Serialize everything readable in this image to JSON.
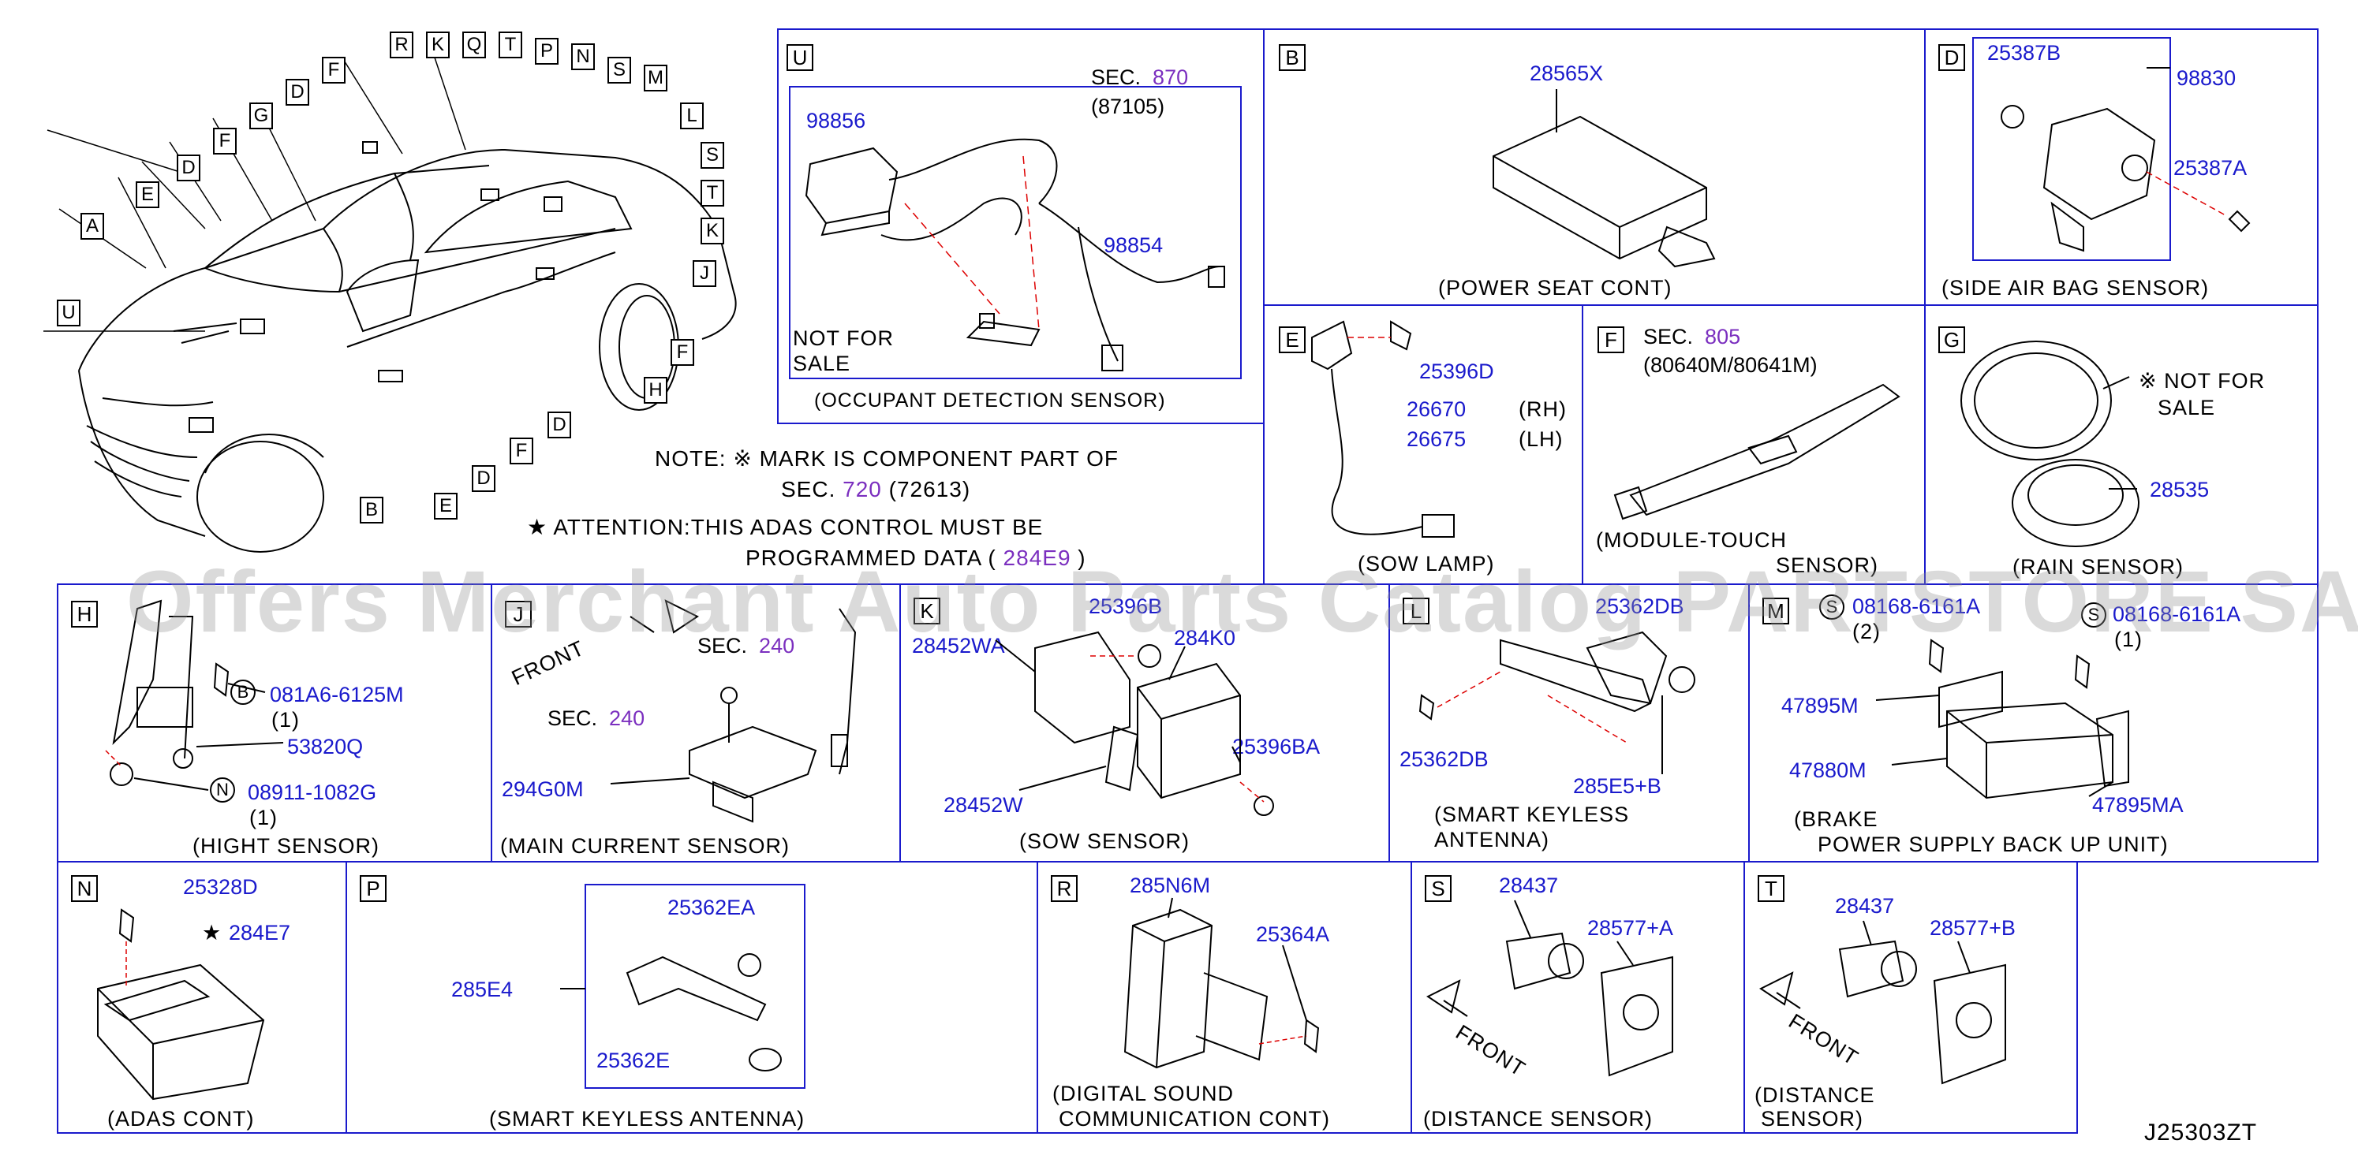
{
  "overview": {
    "callouts": [
      "R",
      "K",
      "Q",
      "T",
      "P",
      "N",
      "S",
      "M",
      "F",
      "D",
      "G",
      "F",
      "D",
      "E",
      "A",
      "L",
      "S",
      "T",
      "K",
      "J",
      "U",
      "F",
      "H",
      "D",
      "B",
      "E",
      "D",
      "F"
    ]
  },
  "note": {
    "line1": "NOTE: ※ MARK IS COMPONENT PART OF",
    "line2_prefix": "SEC.",
    "line2_sec": "720",
    "line2_suffix": "(72613)",
    "line3": "★ ATTENTION:THIS ADAS CONTROL MUST BE",
    "line4_prefix": "PROGRAMMED DATA (",
    "line4_part": "284E9",
    "line4_suffix": ")"
  },
  "watermark": "Offers Merchant Auto Parts Catalog PARTSTORE SA",
  "diagram_code": "J25303ZT",
  "cells": {
    "U": {
      "letter": "U",
      "sec_label": "SEC.",
      "sec": "870",
      "sec_sub": "(87105)",
      "parts": [
        "98856",
        "98854"
      ],
      "not_for_sale": "NOT FOR",
      "sale": "SALE",
      "caption": "(OCCUPANT DETECTION SENSOR)"
    },
    "B": {
      "letter": "B",
      "parts": [
        "28565X"
      ],
      "caption": "(POWER SEAT CONT)"
    },
    "D": {
      "letter": "D",
      "parts": [
        "25387B",
        "98830",
        "25387A"
      ],
      "caption": "(SIDE AIR BAG SENSOR)"
    },
    "E": {
      "letter": "E",
      "parts": [
        "25396D",
        "26670",
        "26675"
      ],
      "rh": "(RH)",
      "lh": "(LH)",
      "caption": "(SOW LAMP)"
    },
    "F": {
      "letter": "F",
      "sec_label": "SEC.",
      "sec": "805",
      "sec_sub": "(80640M/80641M)",
      "caption1": "(MODULE-TOUCH",
      "caption2": "SENSOR)"
    },
    "G": {
      "letter": "G",
      "not_for": "※ NOT FOR",
      "sale": "SALE",
      "parts": [
        "28535"
      ],
      "caption": "(RAIN SENSOR)"
    },
    "H": {
      "letter": "H",
      "parts": [
        "081A6-6125M",
        "53820Q",
        "08911-1082G"
      ],
      "qty1": "(1)",
      "qty2": "(1)",
      "b": "B",
      "n": "N",
      "caption": "(HIGHT SENSOR)"
    },
    "J": {
      "letter": "J",
      "front": "FRONT",
      "sec_label": "SEC.",
      "sec1": "240",
      "sec2": "240",
      "parts": [
        "294G0M"
      ],
      "caption": "(MAIN CURRENT SENSOR)"
    },
    "K": {
      "letter": "K",
      "parts": [
        "25396B",
        "28452WA",
        "284K0",
        "25396BA",
        "28452W"
      ],
      "caption": "(SOW SENSOR)"
    },
    "L": {
      "letter": "L",
      "parts": [
        "25362DB",
        "25362DB",
        "285E5+B"
      ],
      "caption1": "(SMART KEYLESS",
      "caption2": "ANTENNA)"
    },
    "M": {
      "letter": "M",
      "s": "S",
      "parts": [
        "08168-6161A",
        "08168-6161A",
        "47895M",
        "47880M",
        "47895MA"
      ],
      "qty1": "(2)",
      "qty2": "(1)",
      "caption1": "(BRAKE",
      "caption2": "POWER SUPPLY BACK UP UNIT)"
    },
    "N": {
      "letter": "N",
      "parts": [
        "25328D",
        "284E7"
      ],
      "star": "★",
      "caption": "(ADAS CONT)"
    },
    "P": {
      "letter": "P",
      "parts": [
        "285E4",
        "25362EA",
        "25362E"
      ],
      "caption": "(SMART KEYLESS ANTENNA)"
    },
    "R": {
      "letter": "R",
      "parts": [
        "285N6M",
        "25364A"
      ],
      "caption1": "(DIGITAL SOUND",
      "caption2": "COMMUNICATION CONT)"
    },
    "S": {
      "letter": "S",
      "front": "FRONT",
      "parts": [
        "28437",
        "28577+A"
      ],
      "caption": "(DISTANCE SENSOR)"
    },
    "T": {
      "letter": "T",
      "front": "FRONT",
      "parts": [
        "28437",
        "28577+B"
      ],
      "caption1": "(DISTANCE",
      "caption2": "SENSOR)"
    }
  }
}
